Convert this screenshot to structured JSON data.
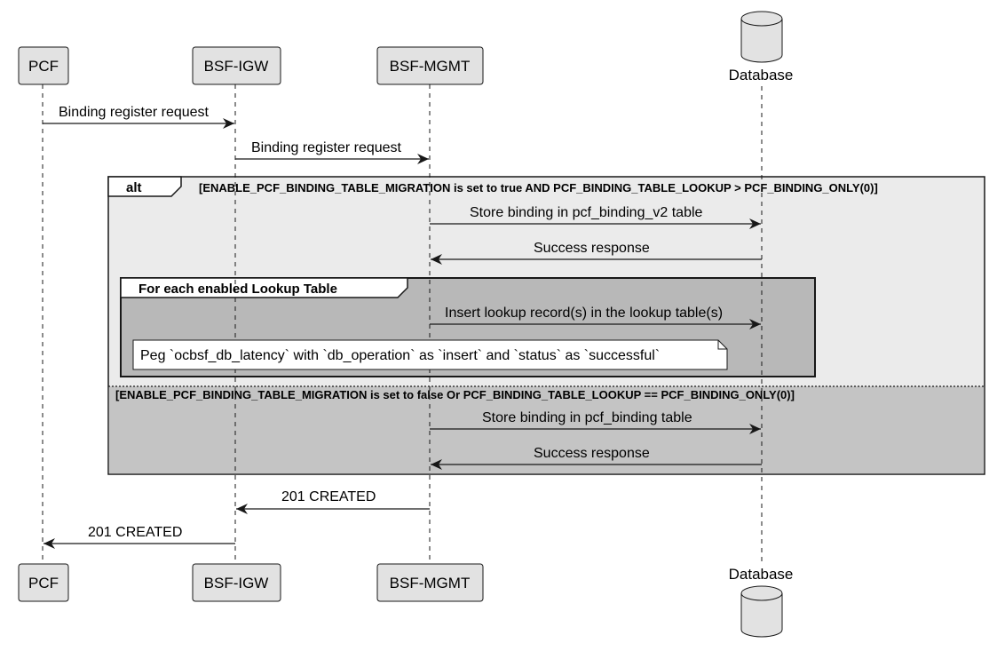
{
  "participants": {
    "pcf": "PCF",
    "bsf_igw": "BSF-IGW",
    "bsf_mgmt": "BSF-MGMT",
    "database": "Database"
  },
  "messages": {
    "m1": "Binding register request",
    "m2": "Binding register request",
    "m3": "Store binding in pcf_binding_v2 table",
    "m4": "Success response",
    "m5": "Insert lookup record(s) in the lookup table(s)",
    "m6": "Store binding in pcf_binding table",
    "m7": "Success response",
    "m8": "201 CREATED",
    "m9": "201 CREATED"
  },
  "alt_frame": {
    "keyword": "alt",
    "guard_true": "[ENABLE_PCF_BINDING_TABLE_MIGRATION is set to true AND PCF_BINDING_TABLE_LOOKUP > PCF_BINDING_ONLY(0)]",
    "guard_false": "[ENABLE_PCF_BINDING_TABLE_MIGRATION is set to false Or PCF_BINDING_TABLE_LOOKUP == PCF_BINDING_ONLY(0)]"
  },
  "loop_frame": {
    "title": "For each enabled Lookup Table"
  },
  "note": {
    "text": "Peg `ocbsf_db_latency` with `db_operation` as `insert` and `status` as `successful`"
  },
  "colors": {
    "participant_fill": "#e2e2e2",
    "alt_fill": "#ebebeb",
    "loop_fill": "#b8b8b8",
    "else_fill": "#c4c4c4",
    "note_fill": "#ffffff",
    "stroke": "#181818"
  }
}
